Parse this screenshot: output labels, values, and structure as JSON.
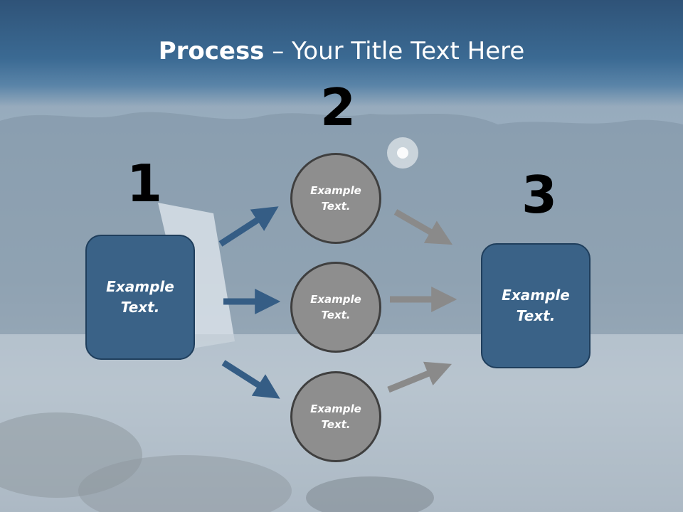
{
  "title": {
    "bold": "Process",
    "rest": " – Your Title Text Here"
  },
  "steps": {
    "n1": "1",
    "n2": "2",
    "n3": "3"
  },
  "left_box": {
    "label": "Example Text."
  },
  "circles": [
    {
      "label": "Example Text."
    },
    {
      "label": "Example Text."
    },
    {
      "label": "Example Text."
    }
  ],
  "right_box": {
    "label": "Example Text."
  },
  "colors": {
    "blue": "#3a6287",
    "gray": "#8e8e8e",
    "gray_arrow": "#8a8a8a",
    "blue_arrow": "#355d85"
  }
}
